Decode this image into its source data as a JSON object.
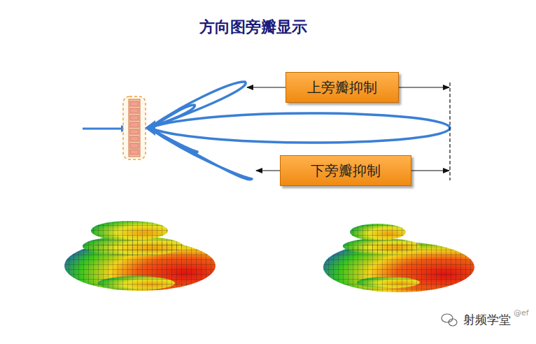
{
  "diagram": {
    "title": "方向图旁瓣显示",
    "nodes": [
      {
        "text": [
          "上旁瓣抑制"
        ]
      },
      {
        "text": [
          "下旁瓣抑制"
        ]
      }
    ],
    "labels": [
      "射频学堂",
      "@ef"
    ]
  }
}
